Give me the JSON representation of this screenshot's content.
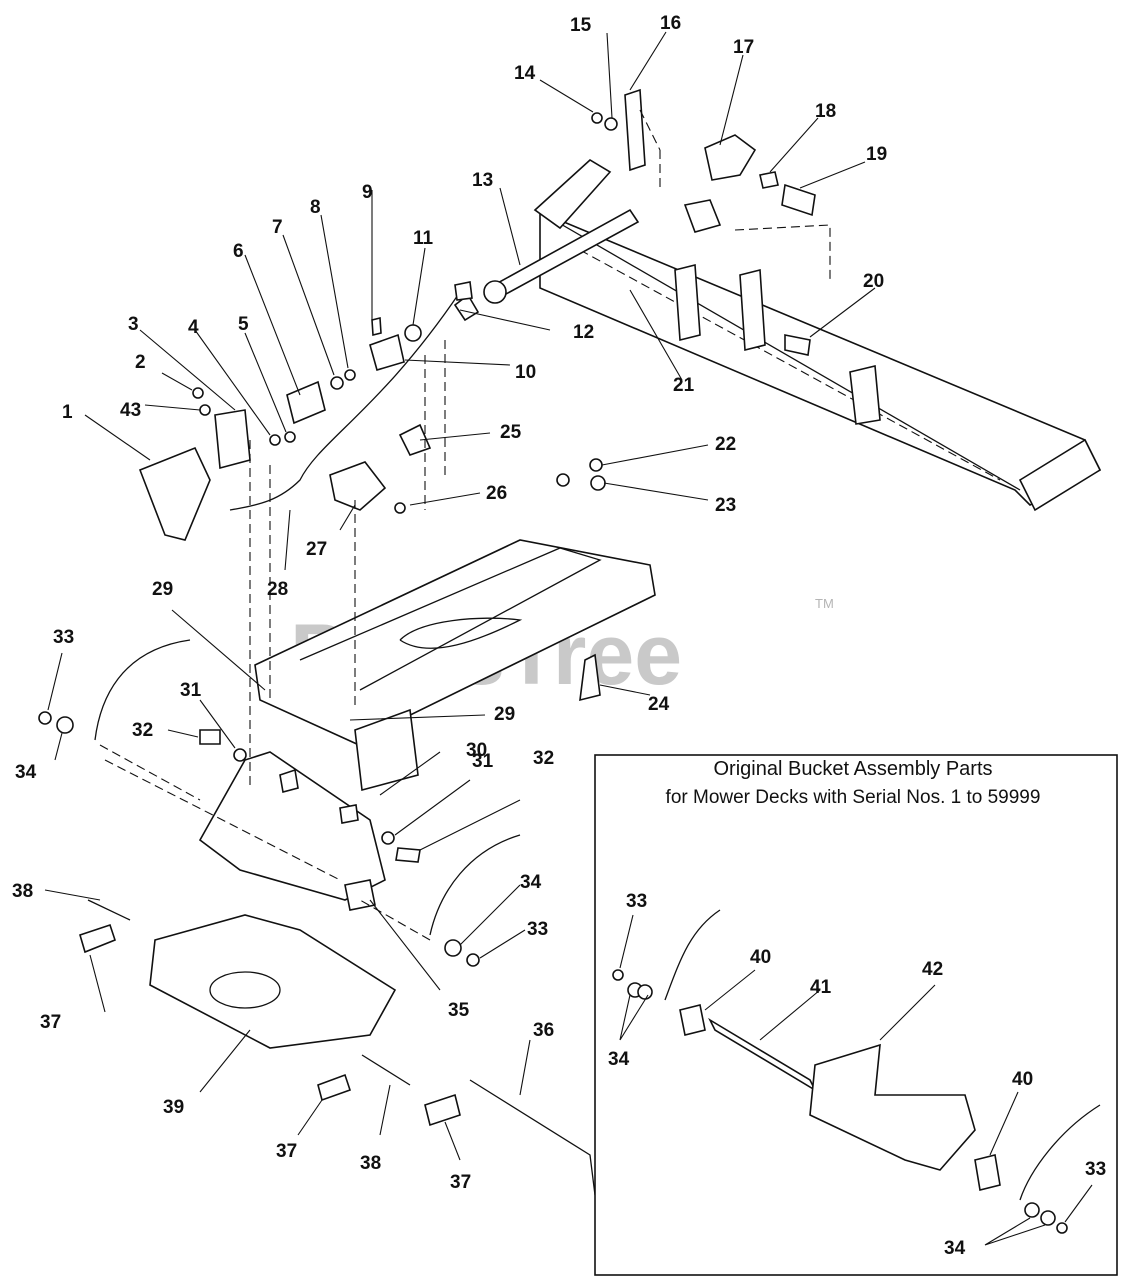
{
  "watermark": {
    "text": "PartsTree",
    "trademark": "TM"
  },
  "inset": {
    "title": "Original Bucket Assembly Parts",
    "subtitle": "for Mower Decks with Serial Nos. 1 to 59999"
  },
  "callouts": [
    {
      "id": "c1",
      "text": "1"
    },
    {
      "id": "c2",
      "text": "2"
    },
    {
      "id": "c3",
      "text": "3"
    },
    {
      "id": "c4",
      "text": "4"
    },
    {
      "id": "c5",
      "text": "5"
    },
    {
      "id": "c6",
      "text": "6"
    },
    {
      "id": "c7",
      "text": "7"
    },
    {
      "id": "c8",
      "text": "8"
    },
    {
      "id": "c9",
      "text": "9"
    },
    {
      "id": "c10",
      "text": "10"
    },
    {
      "id": "c11",
      "text": "11"
    },
    {
      "id": "c12",
      "text": "12"
    },
    {
      "id": "c13",
      "text": "13"
    },
    {
      "id": "c14",
      "text": "14"
    },
    {
      "id": "c15",
      "text": "15"
    },
    {
      "id": "c16",
      "text": "16"
    },
    {
      "id": "c17",
      "text": "17"
    },
    {
      "id": "c18",
      "text": "18"
    },
    {
      "id": "c19",
      "text": "19"
    },
    {
      "id": "c20",
      "text": "20"
    },
    {
      "id": "c21",
      "text": "21"
    },
    {
      "id": "c22",
      "text": "22"
    },
    {
      "id": "c23",
      "text": "23"
    },
    {
      "id": "c24",
      "text": "24"
    },
    {
      "id": "c25",
      "text": "25"
    },
    {
      "id": "c26",
      "text": "26"
    },
    {
      "id": "c27",
      "text": "27"
    },
    {
      "id": "c28",
      "text": "28"
    },
    {
      "id": "c29a",
      "text": "29"
    },
    {
      "id": "c29b",
      "text": "29"
    },
    {
      "id": "c30",
      "text": "30"
    },
    {
      "id": "c31a",
      "text": "31"
    },
    {
      "id": "c31b",
      "text": "31"
    },
    {
      "id": "c32a",
      "text": "32"
    },
    {
      "id": "c32b",
      "text": "32"
    },
    {
      "id": "c33a",
      "text": "33"
    },
    {
      "id": "c33b",
      "text": "33"
    },
    {
      "id": "c33c",
      "text": "33"
    },
    {
      "id": "c33d",
      "text": "33"
    },
    {
      "id": "c34a",
      "text": "34"
    },
    {
      "id": "c34b",
      "text": "34"
    },
    {
      "id": "c34c",
      "text": "34"
    },
    {
      "id": "c34d",
      "text": "34"
    },
    {
      "id": "c35",
      "text": "35"
    },
    {
      "id": "c36",
      "text": "36"
    },
    {
      "id": "c37a",
      "text": "37"
    },
    {
      "id": "c37b",
      "text": "37"
    },
    {
      "id": "c37c",
      "text": "37"
    },
    {
      "id": "c38a",
      "text": "38"
    },
    {
      "id": "c38b",
      "text": "38"
    },
    {
      "id": "c39",
      "text": "39"
    },
    {
      "id": "c40a",
      "text": "40"
    },
    {
      "id": "c40b",
      "text": "40"
    },
    {
      "id": "c41",
      "text": "41"
    },
    {
      "id": "c42",
      "text": "42"
    },
    {
      "id": "c43",
      "text": "43"
    }
  ]
}
